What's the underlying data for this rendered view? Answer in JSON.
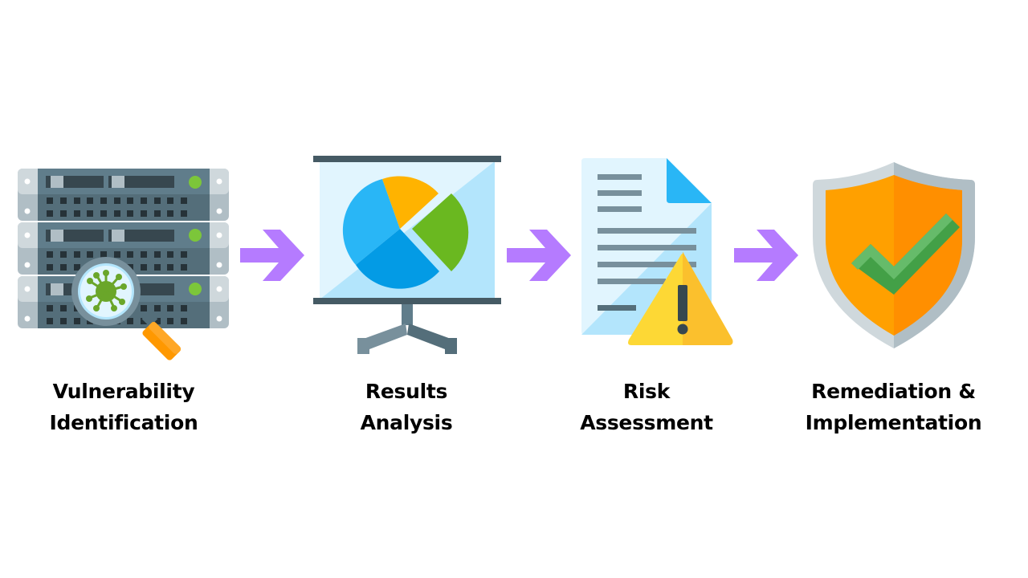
{
  "diagram": {
    "type": "process-flow",
    "accent_arrow_color": "#b57bff",
    "steps": [
      {
        "icon": "server-virus-magnifier-icon",
        "label_line1": "Vulnerability",
        "label_line2": "Identification"
      },
      {
        "icon": "presentation-pie-chart-icon",
        "label_line1": "Results",
        "label_line2": "Analysis"
      },
      {
        "icon": "document-warning-icon",
        "label_line1": "Risk",
        "label_line2": "Assessment"
      },
      {
        "icon": "shield-checkmark-icon",
        "label_line1": "Remediation &",
        "label_line2": "Implementation"
      }
    ],
    "arrows": [
      {
        "from": 0,
        "to": 1,
        "icon": "arrow-right-icon"
      },
      {
        "from": 1,
        "to": 2,
        "icon": "arrow-right-icon"
      },
      {
        "from": 2,
        "to": 3,
        "icon": "arrow-right-icon"
      }
    ]
  }
}
